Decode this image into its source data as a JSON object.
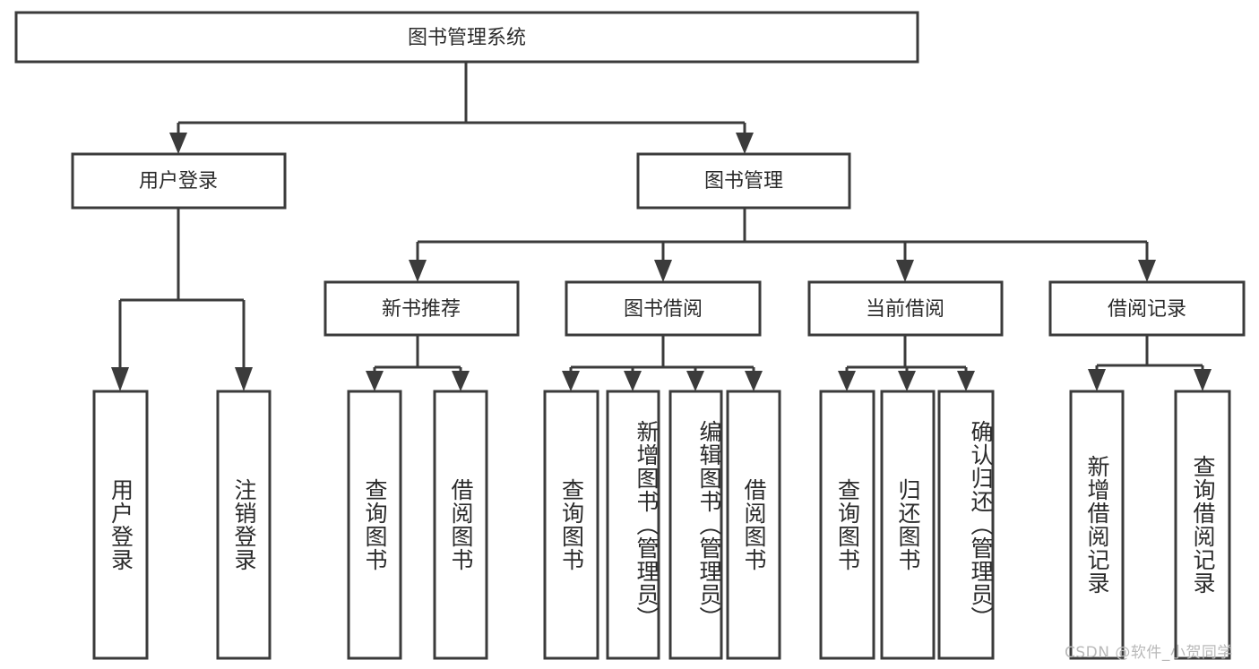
{
  "diagram": {
    "type": "tree-hierarchy-flowchart",
    "title": "图书管理系统",
    "watermark": "CSDN @软件_小贺同学",
    "colors": {
      "box_stroke": "#3b3b3b",
      "box_fill": "#ffffff",
      "text": "#2b2b2b",
      "background": "#ffffff",
      "watermark": "#b9b9b9"
    },
    "root": {
      "id": "root",
      "label": "图书管理系统",
      "orientation": "horizontal"
    },
    "level1": [
      {
        "id": "user-login",
        "label": "用户登录",
        "orientation": "horizontal"
      },
      {
        "id": "book-manage",
        "label": "图书管理",
        "orientation": "horizontal"
      }
    ],
    "level2": [
      {
        "id": "new-book-recommend",
        "label": "新书推荐",
        "parent": "book-manage",
        "orientation": "horizontal"
      },
      {
        "id": "book-borrow",
        "label": "图书借阅",
        "parent": "book-manage",
        "orientation": "horizontal"
      },
      {
        "id": "current-borrow",
        "label": "当前借阅",
        "parent": "book-manage",
        "orientation": "horizontal"
      },
      {
        "id": "borrow-record",
        "label": "借阅记录",
        "parent": "book-manage",
        "orientation": "horizontal"
      }
    ],
    "leaves": [
      {
        "id": "leaf-user-login",
        "label": "用户登录",
        "parent": "user-login",
        "orientation": "vertical"
      },
      {
        "id": "leaf-logout",
        "label": "注销登录",
        "parent": "user-login",
        "orientation": "vertical"
      },
      {
        "id": "leaf-query-book-1",
        "label": "查询图书",
        "parent": "new-book-recommend",
        "orientation": "vertical"
      },
      {
        "id": "leaf-borrow-book-1",
        "label": "借阅图书",
        "parent": "new-book-recommend",
        "orientation": "vertical"
      },
      {
        "id": "leaf-query-book-2",
        "label": "查询图书",
        "parent": "book-borrow",
        "orientation": "vertical"
      },
      {
        "id": "leaf-add-book",
        "label": "新增图书（管理员）",
        "parent": "book-borrow",
        "orientation": "vertical"
      },
      {
        "id": "leaf-edit-book",
        "label": "编辑图书（管理员）",
        "parent": "book-borrow",
        "orientation": "vertical"
      },
      {
        "id": "leaf-borrow-book-2",
        "label": "借阅图书",
        "parent": "book-borrow",
        "orientation": "vertical"
      },
      {
        "id": "leaf-query-book-3",
        "label": "查询图书",
        "parent": "current-borrow",
        "orientation": "vertical"
      },
      {
        "id": "leaf-return-book",
        "label": "归还图书",
        "parent": "current-borrow",
        "orientation": "vertical"
      },
      {
        "id": "leaf-confirm-return",
        "label": "确认归还（管理员）",
        "parent": "current-borrow",
        "orientation": "vertical"
      },
      {
        "id": "leaf-add-record",
        "label": "新增借阅记录",
        "parent": "borrow-record",
        "orientation": "vertical"
      },
      {
        "id": "leaf-query-record",
        "label": "查询借阅记录",
        "parent": "borrow-record",
        "orientation": "vertical"
      }
    ]
  }
}
